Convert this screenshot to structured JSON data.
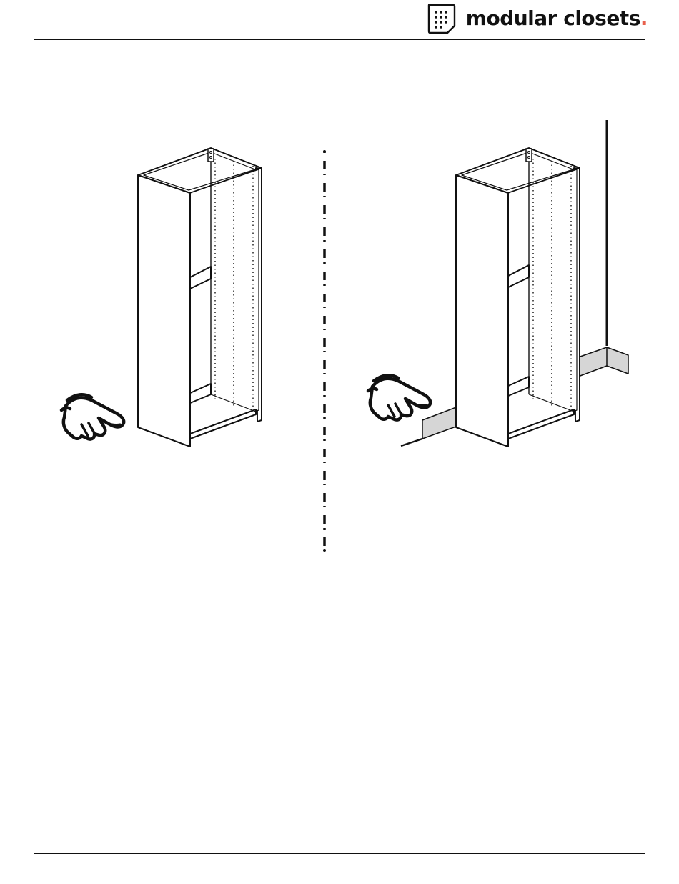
{
  "brand": {
    "name": "modular closets",
    "dot": ".",
    "logo_icon": "dotted-grid-tile-icon",
    "accent_color": "#e8604c"
  },
  "illustration": {
    "step_left": "cabinet-placed-without-baseboard",
    "step_right": "cabinet-placed-against-wall-with-baseboard",
    "pointer_icon": "pointing-hand-icon",
    "divider": "dashed-vertical-divider",
    "baseboard_color": "#d6d6d6"
  }
}
